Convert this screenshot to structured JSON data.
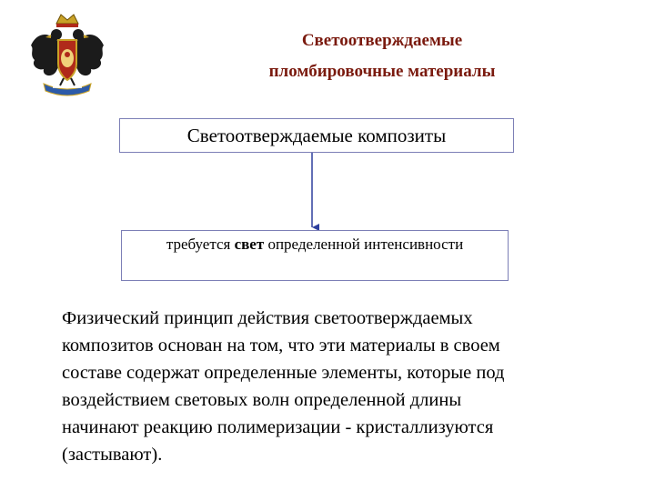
{
  "header": {
    "title_line1": "Светоотверждаемые",
    "title_line2": "пломбировочные материалы",
    "emblem_icon": "double-headed-eagle-emblem-icon",
    "title_color": "#7a1a0e"
  },
  "diagram": {
    "top_box": "Светоотверждаемые композиты",
    "bottom_box": {
      "prefix": "требуется ",
      "bold": "свет",
      "suffix": " определенной интенсивности"
    },
    "box_border_color": "#7c7fb6",
    "arrow_color": "#2d3f9e"
  },
  "body": {
    "lines": [
      "Физический принцип действия светоотверждаемых",
      "композитов основан на том, что эти материалы в своем",
      "составе содержат определенные элементы, которые под",
      "воздействием световых волн определенной длины",
      "начинают реакцию полимеризации - кристаллизуются",
      "(застывают)."
    ]
  }
}
